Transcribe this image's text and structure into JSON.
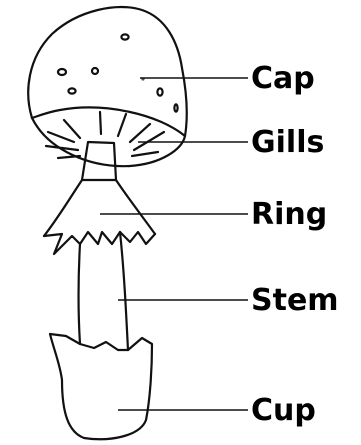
{
  "labels": {
    "cap": "Cap",
    "gills": "Gills",
    "ring": "Ring",
    "stem": "Stem",
    "cup": "Cup"
  },
  "colors": {
    "ink": "#111111",
    "background": "#ffffff"
  }
}
